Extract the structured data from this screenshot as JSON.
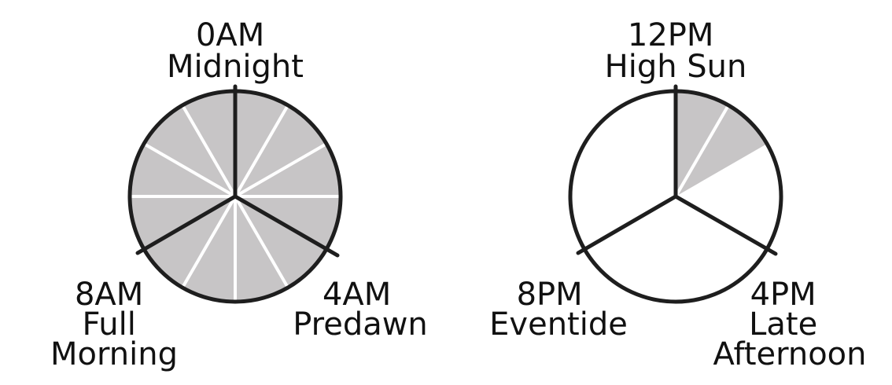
{
  "colors": {
    "shaded": "#c7c5c6",
    "line": "#1e1e1e",
    "divider": "#ffffff",
    "background": "#ffffff"
  },
  "clocks": [
    {
      "id": "left",
      "labels": {
        "top": [
          "0AM",
          "Midnight"
        ],
        "right": [
          "4AM",
          "Predawn"
        ],
        "left": [
          "8AM",
          "Full",
          "Morning"
        ]
      },
      "shaded_fraction": 1.0,
      "segments": 12
    },
    {
      "id": "right",
      "labels": {
        "top": [
          "12PM",
          "High Sun"
        ],
        "right": [
          "4PM",
          "Late",
          "Afternoon"
        ],
        "left": [
          "8PM",
          "Eventide"
        ]
      },
      "shaded_fraction": 0.1667,
      "segments": 2
    }
  ]
}
